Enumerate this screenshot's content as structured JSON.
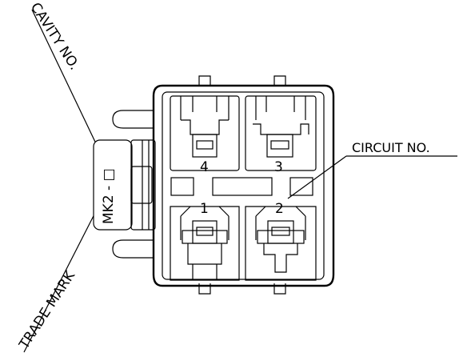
{
  "labels": {
    "cavity_no": "CAVITY NO.",
    "trade_mark": "TRADE MARK",
    "circuit_no": "CIRCUIT NO.",
    "marking": "MK2 - □"
  },
  "cavities": [
    {
      "number": "1"
    },
    {
      "number": "2"
    },
    {
      "number": "3"
    },
    {
      "number": "4"
    }
  ],
  "stroke_color": "#000000",
  "background_color": "#ffffff"
}
